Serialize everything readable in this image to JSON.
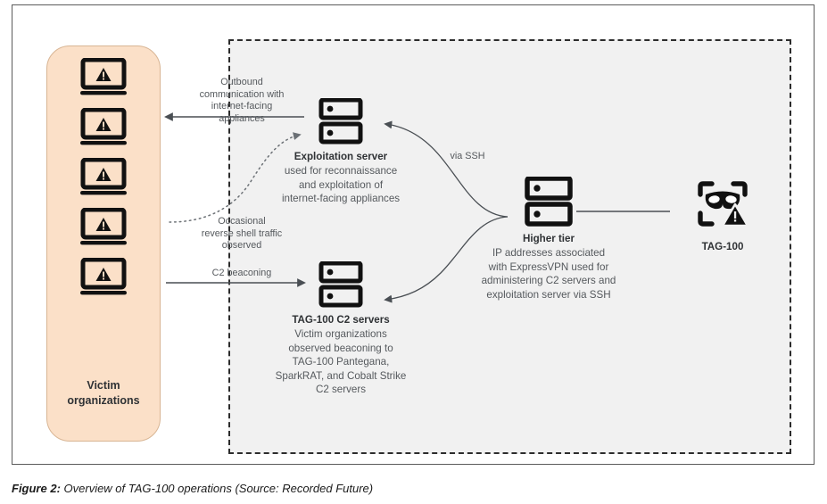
{
  "figure": {
    "caption_label": "Figure 2:",
    "caption_text": " Overview of TAG-100 operations (Source: Recorded Future)"
  },
  "victim_panel": {
    "label": "Victim organizations",
    "label_line1": "Victim",
    "label_line2": "organizations",
    "icon_name": "laptop-warning-icon",
    "icon_count": 5,
    "fill_color": "#fbe0c8"
  },
  "infrastructure_box": {
    "name": "tag-100-infrastructure-boundary",
    "fill_color": "#f1f1f1",
    "border_style": "dashed"
  },
  "nodes": [
    {
      "id": "exploitation-server",
      "icon": "server-icon",
      "title": "Exploitation server",
      "desc_lines": [
        "used for reconnaissance",
        "and exploitation of",
        "internet-facing appliances"
      ]
    },
    {
      "id": "c2-servers",
      "icon": "server-icon",
      "title": "TAG-100 C2 servers",
      "desc_lines": [
        "Victim organizations",
        "observed beaconing to",
        "TAG-100 Pantegana,",
        "SparkRAT, and Cobalt Strike",
        "C2 servers"
      ]
    },
    {
      "id": "higher-tier",
      "icon": "server-icon",
      "title": "Higher tier",
      "desc_lines": [
        "IP addresses associated",
        "with ExpressVPN used for",
        "administering C2 servers and",
        "exploitation server via SSH"
      ]
    },
    {
      "id": "tag-100-actor",
      "icon": "threat-actor-mask-icon",
      "title": "TAG-100",
      "desc_lines": []
    }
  ],
  "edges": [
    {
      "id": "outbound-communication",
      "label_lines": [
        "Outbound",
        "communication with",
        "internet-facing",
        "appliances"
      ],
      "style": "solid",
      "direction": "left"
    },
    {
      "id": "reverse-shell",
      "label_lines": [
        "Occasional",
        "reverse shell traffic",
        "observed"
      ],
      "style": "dotted",
      "direction": "right"
    },
    {
      "id": "c2-beaconing",
      "label_lines": [
        "C2 beaconing"
      ],
      "style": "solid",
      "direction": "right"
    },
    {
      "id": "via-ssh",
      "label_lines": [
        "via SSH"
      ],
      "style": "solid",
      "direction": "left"
    }
  ],
  "colors": {
    "stroke": "#4a4f54",
    "icon": "#111111",
    "panel": "#fbe0c8",
    "box": "#f1f1f1"
  }
}
